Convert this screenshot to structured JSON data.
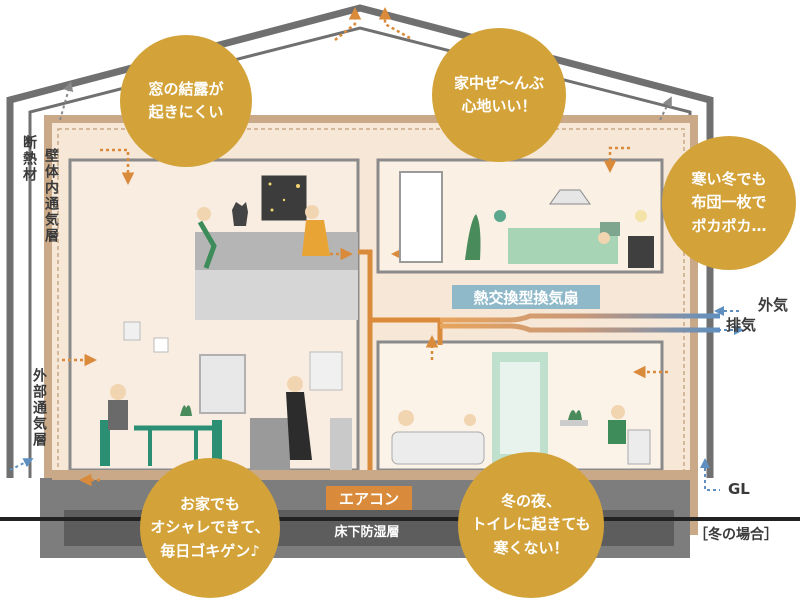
{
  "labels": {
    "insulation": "断熱材",
    "wall_air_layer": "壁体内通気層",
    "outer_air_layer": "外部通気層",
    "heat_exchanger": "熱交換型換気扇",
    "aircon": "エアコン",
    "floor_layer": "床下防湿層",
    "outside_air": "外気",
    "exhaust": "排気",
    "ground_level": "GL",
    "season_note": "［冬の場合］"
  },
  "bubbles": [
    {
      "id": "condensation",
      "text": "窓の結露が\n起きにくい"
    },
    {
      "id": "comfort",
      "text": "家中ぜ〜んぶ\n心地いい！"
    },
    {
      "id": "futon",
      "text": "寒い冬でも\n布団一枚で\nポカポカ…"
    },
    {
      "id": "stylish",
      "text": "お家でも\nオシャレできて、\n毎日ゴキゲン♪"
    },
    {
      "id": "toilet",
      "text": "冬の夜、\nトイレに起きても\n寒くない！"
    }
  ],
  "colors": {
    "house_outline": "#707070",
    "wall_band": "#c9a987",
    "room_fill": "#f6e7d7",
    "bubble": "#d3a33a",
    "duct_orange": "#d98a3a",
    "duct_blue": "#5e8fc0",
    "heat_exchanger_label": "#8fb9c9",
    "aircon_label": "#d98a3a"
  },
  "icons": [
    "up-arrow-icon",
    "flow-arrow-icon",
    "person-icon",
    "cat-icon",
    "plant-icon",
    "lamp-icon",
    "bed-icon",
    "bath-icon",
    "toilet-icon",
    "dining-table-icon",
    "kitchen-icon"
  ]
}
